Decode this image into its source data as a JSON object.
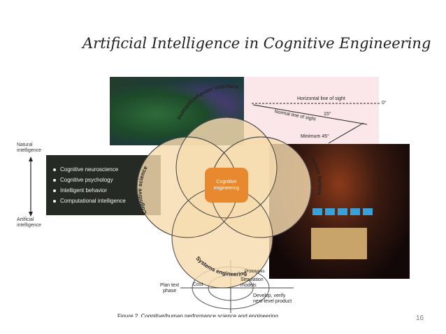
{
  "slide": {
    "title": "Artificial Intelligence in Cognitive Engineering",
    "page_number": "16"
  },
  "scale": {
    "top": "Natural\nintelligence",
    "bottom": "Artificial\nintelligence"
  },
  "bullets": [
    "Cognitive neuroscience",
    "Cognitive psychology",
    "Intelligent behavior",
    "Computational intelligence"
  ],
  "circles": {
    "top": "Human/computer interface",
    "left": "Cognitive science",
    "right": "Human factors",
    "bottom": "Systems engineering",
    "center": "Cognitive\nengineering"
  },
  "sightline": {
    "horizontal": "Horizontal line of sight",
    "zero": "0°",
    "fifteen": "15°",
    "normal": "Normal line of sight",
    "minimum": "Minimum 45°"
  },
  "spiral": {
    "plan": "Plan text\nphase",
    "cost": "Cost",
    "prototypes": "Prototypes",
    "simulation": "Simulation\nmodels",
    "develop": "Develop, verify\nnext-level product"
  },
  "caption": "Figure 2. Cognitive/human performance science and engineering",
  "colors": {
    "circle_fill": "#f7dcb0",
    "center_fill": "#e8892f"
  }
}
